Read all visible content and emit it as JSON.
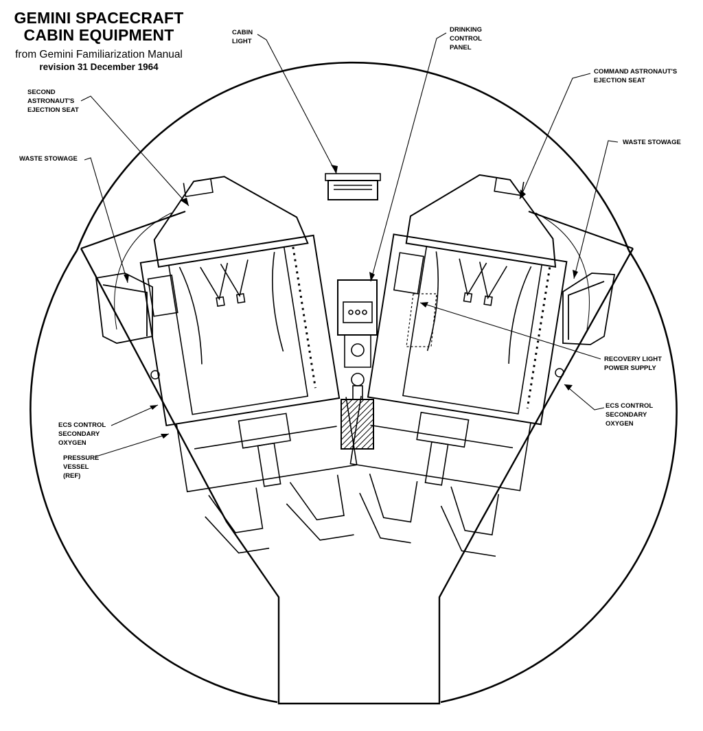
{
  "title": {
    "line1": "GEMINI SPACECRAFT",
    "line2": "CABIN EQUIPMENT",
    "source": "from Gemini Familiarization Manual",
    "revision": "revision 31 December 1964"
  },
  "labels": {
    "cabin_light": [
      "CABIN",
      "LIGHT"
    ],
    "drinking_control_panel": [
      "DRINKING",
      "CONTROL",
      "PANEL"
    ],
    "command_seat": [
      "COMMAND ASTRONAUT'S",
      "EJECTION SEAT"
    ],
    "second_seat": [
      "SECOND",
      "ASTRONAUT'S",
      "EJECTION SEAT"
    ],
    "waste_left": [
      "WASTE STOWAGE"
    ],
    "waste_right": [
      "WASTE STOWAGE"
    ],
    "recovery_light": [
      "RECOVERY LIGHT",
      "POWER SUPPLY"
    ],
    "ecs_left": [
      "ECS CONTROL",
      "SECONDARY",
      "OXYGEN"
    ],
    "ecs_right": [
      "ECS CONTROL",
      "SECONDARY",
      "OXYGEN"
    ],
    "pressure_vessel": [
      "PRESSURE",
      "VESSEL",
      "(REF)"
    ]
  }
}
